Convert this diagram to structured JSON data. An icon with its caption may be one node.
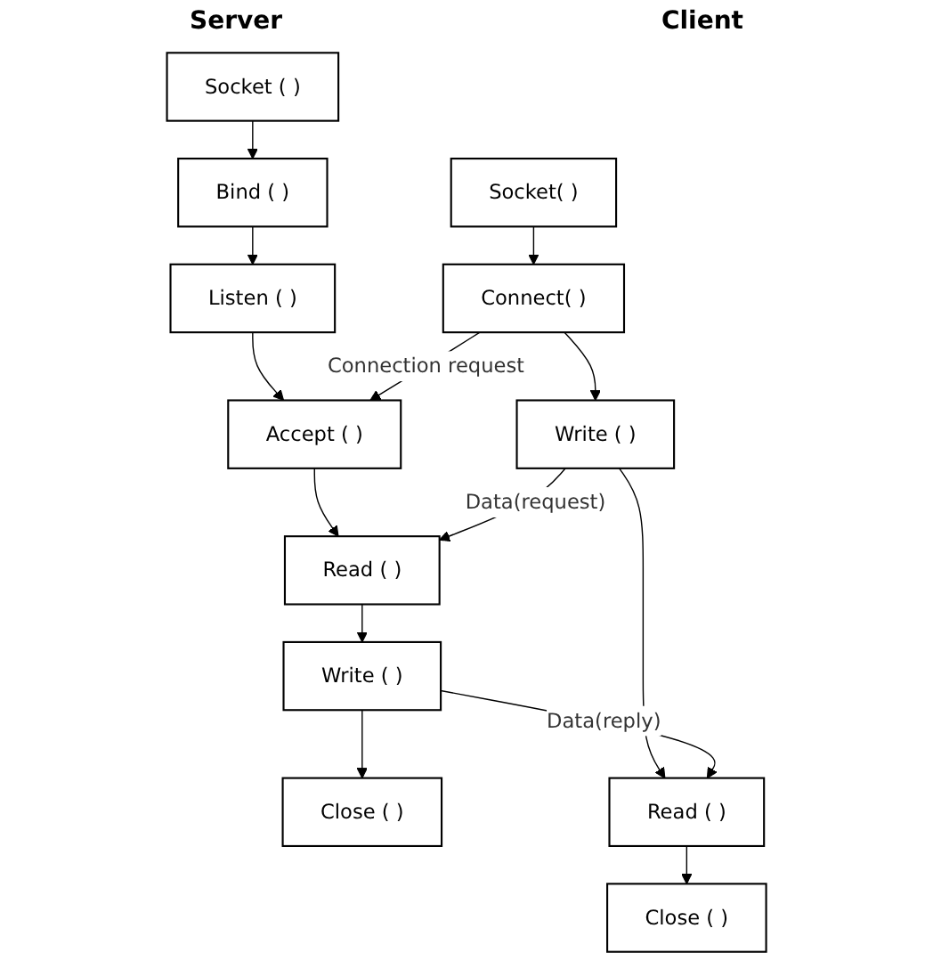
{
  "diagram": {
    "nodes": [
      {
        "text": [
          "Socket ( )"
        ]
      },
      {
        "text": [
          "Bind ( )"
        ]
      },
      {
        "text": [
          "Listen ( )"
        ]
      },
      {
        "text": [
          "Accept ( )"
        ]
      },
      {
        "text": [
          "Read ( )"
        ]
      },
      {
        "text": [
          "Write ( )"
        ]
      },
      {
        "text": [
          "Close ( )"
        ]
      },
      {
        "text": [
          "Socket( )"
        ]
      },
      {
        "text": [
          "Connect( )"
        ]
      },
      {
        "text": [
          "Write ( )"
        ]
      },
      {
        "text": [
          "Read ( )"
        ]
      },
      {
        "text": [
          "Close ( )"
        ]
      }
    ],
    "edges": [
      {
        "from": 0,
        "to": 1,
        "arrow": "to"
      },
      {
        "from": 1,
        "to": 2,
        "arrow": "to"
      },
      {
        "from": 2,
        "to": 3,
        "arrow": "to"
      },
      {
        "from": 3,
        "to": 4,
        "arrow": "to"
      },
      {
        "from": 4,
        "to": 5,
        "arrow": "to"
      },
      {
        "from": 5,
        "to": 6,
        "arrow": "to"
      },
      {
        "from": 7,
        "to": 8,
        "arrow": "to"
      },
      {
        "from": 8,
        "to": 9,
        "arrow": "to"
      },
      {
        "from": 9,
        "to": 10,
        "arrow": "to"
      },
      {
        "from": 10,
        "to": 11,
        "arrow": "to"
      },
      {
        "from": 8,
        "to": 3,
        "arrow": "to",
        "label": "Connection request"
      },
      {
        "from": 9,
        "to": 4,
        "arrow": "to",
        "label": "Data(request)"
      },
      {
        "from": 5,
        "to": 10,
        "arrow": "to",
        "label": "Data(reply)"
      }
    ],
    "labels": [
      "Server",
      "Client"
    ]
  }
}
